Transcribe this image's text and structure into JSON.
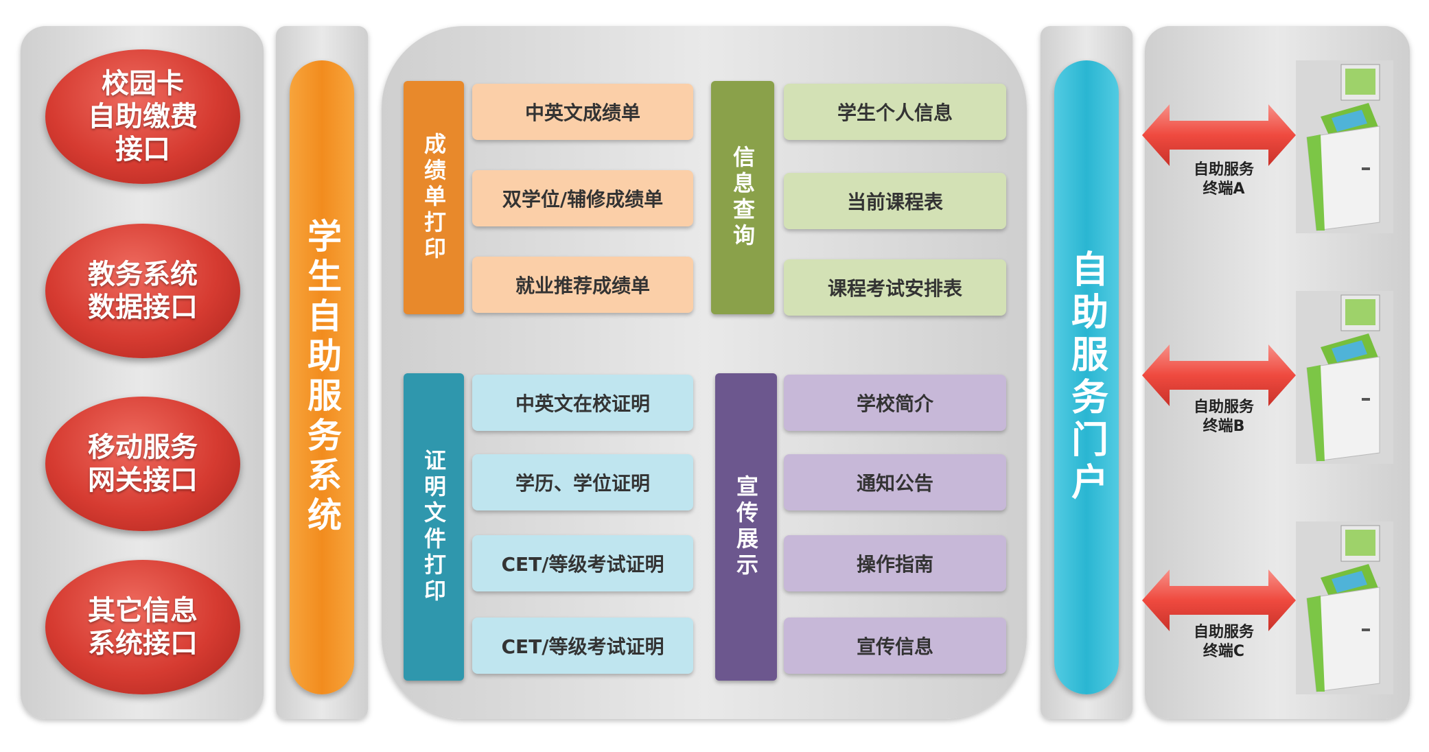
{
  "interfaces": [
    {
      "label": "校园卡\n自助缴费\n接口"
    },
    {
      "label": "教务系统\n数据接口"
    },
    {
      "label": "移动服务\n网关接口"
    },
    {
      "label": "其它信息\n系统接口"
    }
  ],
  "system_title": "学生自助服务系统",
  "portal_title": "自助服务门户",
  "groups": {
    "transcript": {
      "label": "成绩单打印",
      "items": [
        "中英文成绩单",
        "双学位/辅修成绩单",
        "就业推荐成绩单"
      ]
    },
    "info": {
      "label": "信息查询",
      "items": [
        "学生个人信息",
        "当前课程表",
        "课程考试安排表"
      ]
    },
    "certificate": {
      "label": "证明文件打印",
      "items": [
        "中英文在校证明",
        "学历、学位证明",
        "CET/等级考试证明",
        "CET/等级考试证明"
      ]
    },
    "promo": {
      "label": "宣传展示",
      "items": [
        "学校简介",
        "通知公告",
        "操作指南",
        "宣传信息"
      ]
    }
  },
  "terminals": [
    {
      "label": "自助服务\n终端A"
    },
    {
      "label": "自助服务\n终端B"
    },
    {
      "label": "自助服务\n终端C"
    }
  ],
  "colors": {
    "interface_red": "#d63b31",
    "system_orange": "#f39a2c",
    "portal_cyan": "#3fc3dc",
    "transcript": "#e8892b",
    "transcript_item": "#fbcfa8",
    "info": "#8aa14a",
    "info_item": "#d3e1b5",
    "certificate": "#2f97ad",
    "certificate_item": "#bfe5ef",
    "promo": "#6c578e",
    "promo_item": "#c7b8d8",
    "arrow": "#ef4a3f"
  }
}
